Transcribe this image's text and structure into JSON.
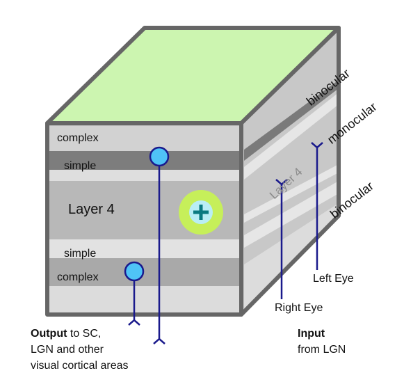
{
  "front_face": {
    "layers": [
      "complex",
      "simple",
      "Layer 4",
      "simple",
      "complex"
    ]
  },
  "side_face": {
    "bands": [
      "binocular",
      "monocular",
      "binocular"
    ],
    "layer4": "Layer 4"
  },
  "labels": {
    "left_eye": "Left Eye",
    "right_eye": "Right Eye",
    "input_bold": "Input",
    "input_rest": "from LGN",
    "output_bold": "Output",
    "output_line1_rest": " to SC,",
    "output_line2": "LGN and other",
    "output_line3": "visual cortical areas"
  },
  "colors": {
    "top_face": "#ccf5b0",
    "cell_fill": "#4fc3f7",
    "axon": "#1a1a8c",
    "target_ring": "#c6ef5a",
    "target_center": "#b9eef5",
    "plus": "#0a7a80"
  }
}
